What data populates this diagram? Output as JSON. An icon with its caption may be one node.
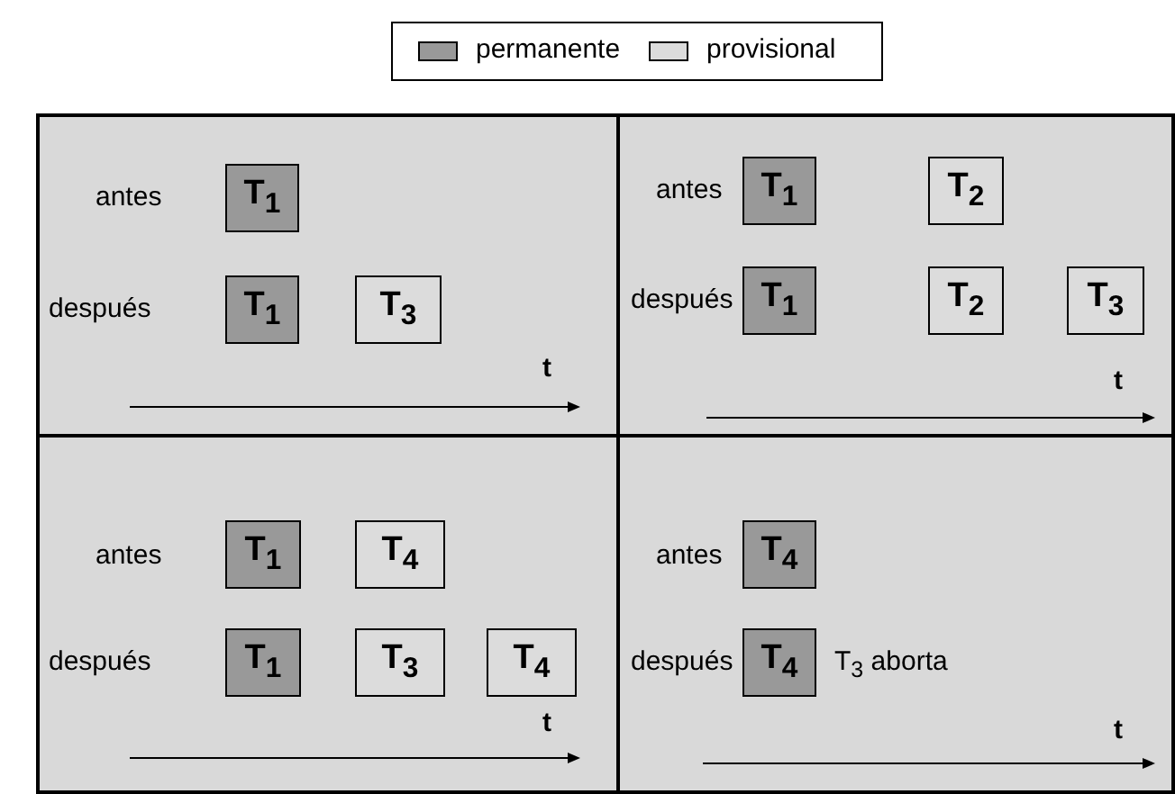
{
  "diagram": {
    "nodes": [
      {
        "text": [],
        "shape": "box"
      },
      {
        "text": [
          "**T$_{1}$**"
        ],
        "in": 0
      },
      {
        "text": [
          "**T$_{1}$**"
        ],
        "in": 0
      },
      {
        "text": [
          "**T$_{3}$**"
        ],
        "in": 0
      },
      {
        "text": [],
        "shape": "box"
      },
      {
        "text": [
          "**T$_{1}$**"
        ],
        "in": 4
      },
      {
        "text": [
          "**T$_{2}$**"
        ],
        "in": 4
      },
      {
        "text": [
          "**T$_{1}$**"
        ],
        "in": 4
      },
      {
        "text": [
          "**T$_{2}$**"
        ],
        "in": 4
      },
      {
        "text": [
          "**T$_{3}$**"
        ],
        "in": 4
      },
      {
        "text": [],
        "shape": "box"
      },
      {
        "text": [
          "**T$_{1}$**"
        ],
        "in": 10
      },
      {
        "text": [
          "**T$_{4}$**"
        ],
        "in": 10
      },
      {
        "text": [
          "**T$_{1}$**"
        ],
        "in": 10
      },
      {
        "text": [
          "**T$_{3}$**"
        ],
        "in": 10
      },
      {
        "text": [
          "**T$_{4}$**"
        ],
        "in": 10
      },
      {
        "text": [],
        "shape": "box"
      },
      {
        "text": [
          "**T$_{4}$**"
        ],
        "in": 16
      },
      {
        "text": [
          "**T$_{4}$**"
        ],
        "in": 16
      }
    ],
    "edges": [],
    "labels": [
      "antes",
      "después",
      "t",
      "antes",
      "después",
      "t",
      "antes",
      "después",
      "t",
      "antes",
      "después",
      "T$_{3}$ aborta",
      "t"
    ],
    "legend": [
      {
        "text": "permanente",
        "color": "#999999"
      },
      {
        "text": "provisional",
        "color": "#dcdcdc"
      }
    ]
  }
}
